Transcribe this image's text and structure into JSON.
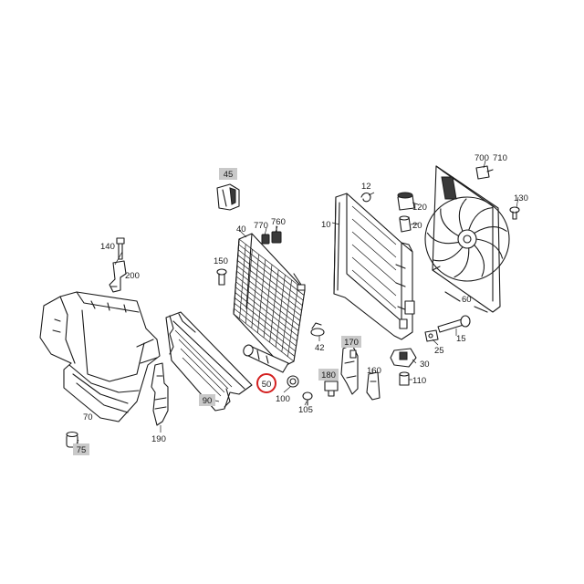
{
  "diagram": {
    "callouts": [
      {
        "id": "c45",
        "text": "45",
        "boxed": true
      },
      {
        "id": "c140",
        "text": "140"
      },
      {
        "id": "c200",
        "text": "200"
      },
      {
        "id": "c40",
        "text": "40"
      },
      {
        "id": "c770",
        "text": "770"
      },
      {
        "id": "c760",
        "text": "760"
      },
      {
        "id": "c150",
        "text": "150"
      },
      {
        "id": "c12",
        "text": "12"
      },
      {
        "id": "c120",
        "text": "120"
      },
      {
        "id": "c10",
        "text": "10"
      },
      {
        "id": "c20",
        "text": "20"
      },
      {
        "id": "c700",
        "text": "700"
      },
      {
        "id": "c710",
        "text": "710"
      },
      {
        "id": "c130",
        "text": "130"
      },
      {
        "id": "c60",
        "text": "60"
      },
      {
        "id": "c15",
        "text": "15"
      },
      {
        "id": "c25",
        "text": "25"
      },
      {
        "id": "c42",
        "text": "42"
      },
      {
        "id": "c170",
        "text": "170",
        "boxed": true
      },
      {
        "id": "c30",
        "text": "30"
      },
      {
        "id": "c180",
        "text": "180",
        "boxed": true
      },
      {
        "id": "c160",
        "text": "160"
      },
      {
        "id": "c110",
        "text": "110"
      },
      {
        "id": "c50",
        "text": "50",
        "highlighted": true
      },
      {
        "id": "c100",
        "text": "100"
      },
      {
        "id": "c105",
        "text": "105"
      },
      {
        "id": "c90",
        "text": "90",
        "boxed": true
      },
      {
        "id": "c70",
        "text": "70"
      },
      {
        "id": "c190",
        "text": "190"
      },
      {
        "id": "c75",
        "text": "75",
        "boxed": true
      }
    ],
    "colors": {
      "line": "#1a1a1a",
      "callout_box": "#c9c9c9",
      "highlight_ring": "#d42020"
    }
  }
}
